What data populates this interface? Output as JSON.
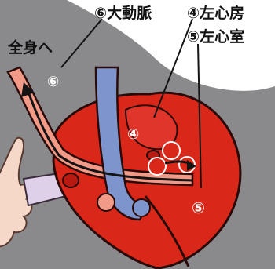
{
  "labels": {
    "aorta": "⑥大動脈",
    "left_atrium": "④左心房",
    "left_ventricle": "⑤左心室",
    "to_body": "全身へ"
  },
  "markers": {
    "aorta": "⑥",
    "left_atrium": "④",
    "left_ventricle": "⑤"
  },
  "colors": {
    "background": "#8a8a8d",
    "label_panel": "#ffffff",
    "heart_red": "#d9281a",
    "artery_pink": "#f19a88",
    "vein_blue": "#7d95cc",
    "skin": "#f6d8c8",
    "flow_arrow": "#141414"
  }
}
